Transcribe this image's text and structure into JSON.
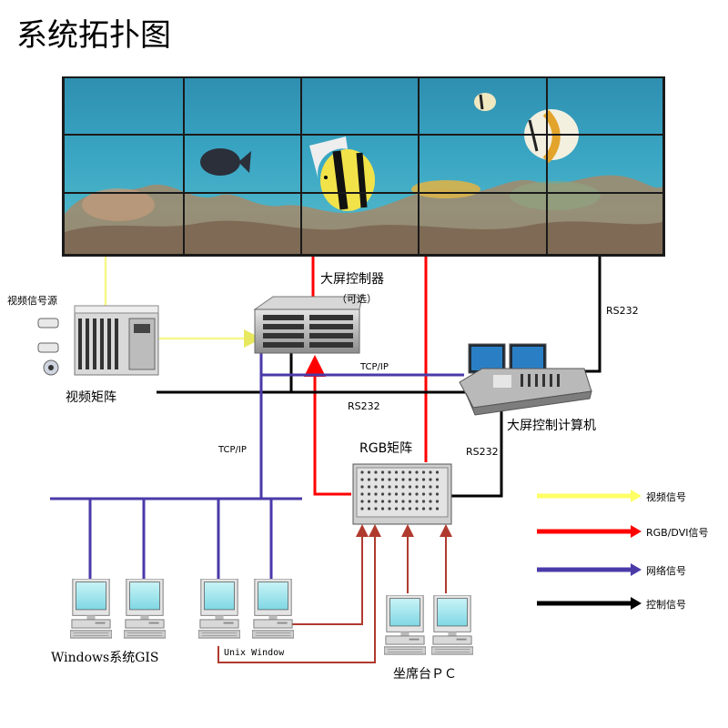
{
  "title": "系统拓扑图",
  "labels": {
    "screen_controller": "大屏控制器",
    "optional": "（可选）",
    "video_source": "视频信号源",
    "video_matrix": "视频矩阵",
    "rgb_matrix": "RGB矩阵",
    "screen_computer": "大屏控制计算机",
    "rs232_right": "RS232",
    "rs232_mid": "RS232",
    "rs232_lower": "RS232",
    "tcpip_top": "TCP/IP",
    "tcpip_left": "TCP/IP",
    "windows_gis": "Windows系统GIS",
    "unix_window": "Unix Window",
    "console_pc": "坐席台ＰＣ"
  },
  "legend": [
    {
      "label": "视频信号",
      "color": "#ffff66"
    },
    {
      "label": "RGB/DVI信号",
      "color": "#ff0000"
    },
    {
      "label": "网络信号",
      "color": "#4a3aa8"
    },
    {
      "label": "控制信号",
      "color": "#000000"
    }
  ],
  "colors": {
    "video": "#ffff66",
    "rgb": "#ff0000",
    "network": "#4a3aa8",
    "control": "#000000",
    "pc_link": "#b03a2e"
  },
  "icons": {
    "video_wall": "ocean-fish-video-wall",
    "controller": "rack-controller-icon",
    "rgb_matrix": "rgb-matrix-chassis-icon",
    "console": "control-console-icon",
    "camera": "security-camera-icon",
    "pc": "desktop-pc-icon"
  }
}
